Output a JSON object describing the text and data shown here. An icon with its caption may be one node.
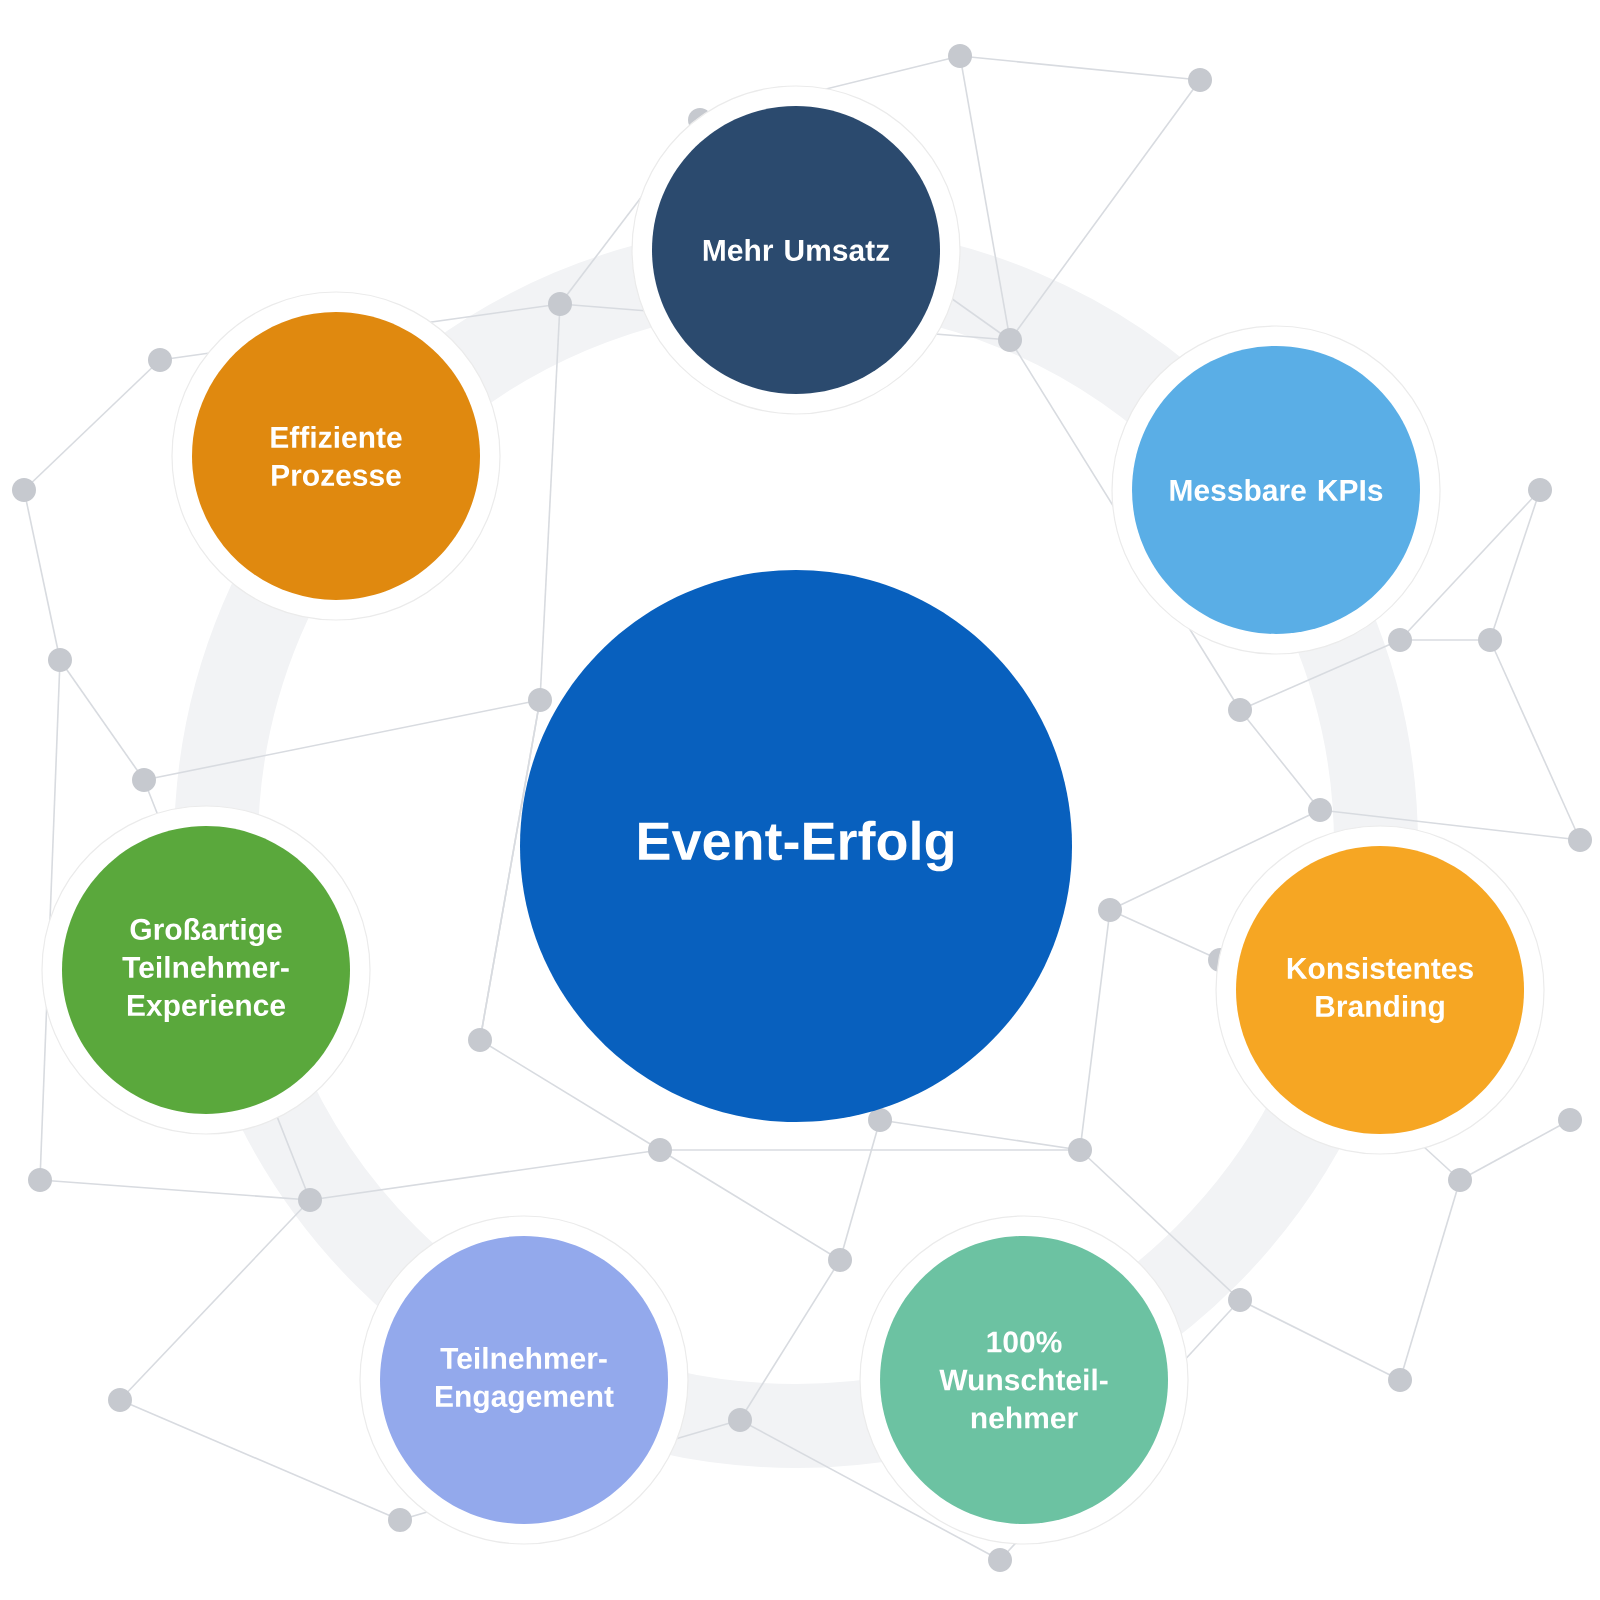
{
  "diagram": {
    "nodes": [
      {
        "text": [
          "Event-Erfolg"
        ]
      },
      {
        "text": [
          "Mehr Umsatz"
        ]
      },
      {
        "text": [
          "Messbare KPIs"
        ]
      },
      {
        "text": [
          "Konsistentes Branding"
        ]
      },
      {
        "text": [
          "100% Wunschteil-nehmer"
        ]
      },
      {
        "text": [
          "Teilnehmer-Engagement"
        ]
      },
      {
        "text": [
          "Großartige Teilnehmer-Experience"
        ]
      },
      {
        "text": [
          "Effiziente Prozesse"
        ]
      }
    ]
  }
}
